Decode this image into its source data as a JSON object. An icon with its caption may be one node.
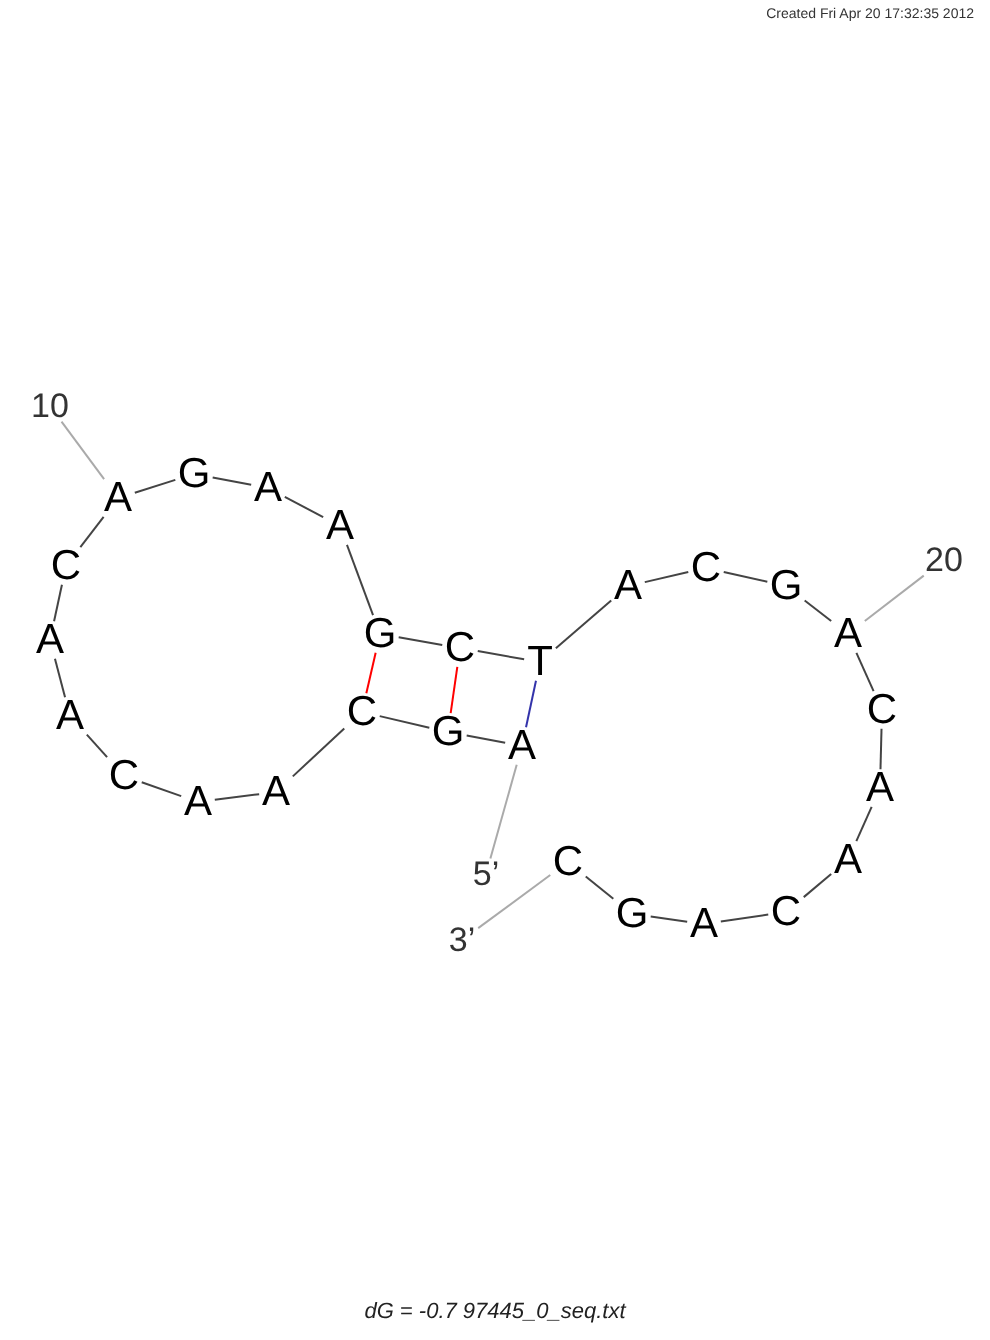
{
  "diagram": {
    "caption": "dG = -0.7 97445_0_seq.txt",
    "nodes": [
      {
        "text": [
          "A"
        ]
      },
      {
        "text": [
          "G"
        ]
      },
      {
        "text": [
          "C"
        ]
      },
      {
        "text": [
          "A"
        ]
      },
      {
        "text": [
          "A"
        ]
      },
      {
        "text": [
          "C"
        ]
      },
      {
        "text": [
          "A"
        ]
      },
      {
        "text": [
          "A"
        ]
      },
      {
        "text": [
          "C"
        ]
      },
      {
        "text": [
          "A"
        ]
      },
      {
        "text": [
          "G"
        ]
      },
      {
        "text": [
          "A"
        ]
      },
      {
        "text": [
          "A"
        ]
      },
      {
        "text": [
          "G"
        ]
      },
      {
        "text": [
          "C"
        ]
      },
      {
        "text": [
          "T"
        ]
      },
      {
        "text": [
          "A"
        ]
      },
      {
        "text": [
          "C"
        ]
      },
      {
        "text": [
          "G"
        ]
      },
      {
        "text": [
          "A"
        ]
      },
      {
        "text": [
          "C"
        ]
      },
      {
        "text": [
          "A"
        ]
      },
      {
        "text": [
          "A"
        ]
      },
      {
        "text": [
          "C"
        ]
      },
      {
        "text": [
          "A"
        ]
      },
      {
        "text": [
          "G"
        ]
      },
      {
        "text": [
          "C"
        ]
      },
      {
        "text": [
          "10"
        ]
      },
      {
        "text": [
          "20"
        ]
      },
      {
        "text": [
          "5’"
        ]
      },
      {
        "text": [
          "3’"
        ]
      }
    ],
    "edges": [
      {
        "from": 0,
        "to": 1,
        "arrow": "none"
      },
      {
        "from": 1,
        "to": 2,
        "arrow": "none"
      },
      {
        "from": 2,
        "to": 3,
        "arrow": "none"
      },
      {
        "from": 3,
        "to": 4,
        "arrow": "none"
      },
      {
        "from": 4,
        "to": 5,
        "arrow": "none"
      },
      {
        "from": 5,
        "to": 6,
        "arrow": "none"
      },
      {
        "from": 6,
        "to": 7,
        "arrow": "none"
      },
      {
        "from": 7,
        "to": 8,
        "arrow": "none"
      },
      {
        "from": 8,
        "to": 9,
        "arrow": "none"
      },
      {
        "from": 9,
        "to": 10,
        "arrow": "none"
      },
      {
        "from": 10,
        "to": 11,
        "arrow": "none"
      },
      {
        "from": 11,
        "to": 12,
        "arrow": "none"
      },
      {
        "from": 12,
        "to": 13,
        "arrow": "none"
      },
      {
        "from": 13,
        "to": 14,
        "arrow": "none"
      },
      {
        "from": 14,
        "to": 15,
        "arrow": "none"
      },
      {
        "from": 15,
        "to": 16,
        "arrow": "none"
      },
      {
        "from": 16,
        "to": 17,
        "arrow": "none"
      },
      {
        "from": 17,
        "to": 18,
        "arrow": "none"
      },
      {
        "from": 18,
        "to": 19,
        "arrow": "none"
      },
      {
        "from": 19,
        "to": 20,
        "arrow": "none"
      },
      {
        "from": 20,
        "to": 21,
        "arrow": "none"
      },
      {
        "from": 21,
        "to": 22,
        "arrow": "none"
      },
      {
        "from": 22,
        "to": 23,
        "arrow": "none"
      },
      {
        "from": 23,
        "to": 24,
        "arrow": "none"
      },
      {
        "from": 24,
        "to": 25,
        "arrow": "none"
      },
      {
        "from": 25,
        "to": 26,
        "arrow": "none"
      },
      {
        "from": 13,
        "to": 2,
        "arrow": "none",
        "color": "#ff0000"
      },
      {
        "from": 14,
        "to": 1,
        "arrow": "none",
        "color": "#ff0000"
      },
      {
        "from": 15,
        "to": 0,
        "arrow": "none",
        "color": "#3333aa"
      },
      {
        "from": 27,
        "to": 9,
        "arrow": "none",
        "color": "#aaaaaa"
      },
      {
        "from": 28,
        "to": 19,
        "arrow": "none",
        "color": "#aaaaaa"
      },
      {
        "from": 0,
        "to": 29,
        "arrow": "none",
        "color": "#aaaaaa"
      },
      {
        "from": 26,
        "to": 30,
        "arrow": "none",
        "color": "#aaaaaa"
      }
    ],
    "labels": [
      "Created Fri Apr 20 17:32:35 2012"
    ]
  }
}
